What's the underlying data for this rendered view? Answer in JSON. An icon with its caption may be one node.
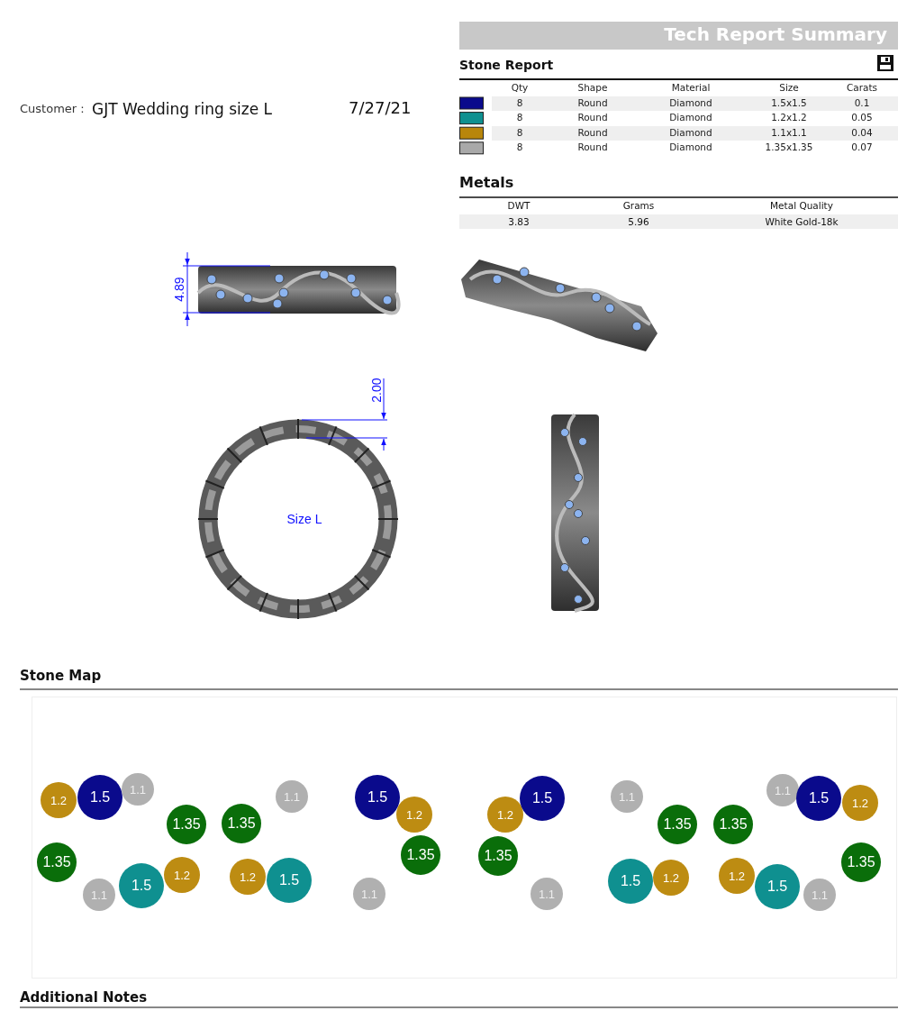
{
  "diagram": {
    "title": "Tech Report Summary",
    "nodes": [
      {
        "text": [
          "1.2"
        ]
      },
      {
        "text": [
          "1.5"
        ]
      },
      {
        "text": [
          "1.1"
        ]
      },
      {
        "text": [
          "1.35"
        ]
      },
      {
        "text": [
          "1.35"
        ]
      },
      {
        "text": [
          "1.1"
        ]
      },
      {
        "text": [
          "1.5"
        ]
      },
      {
        "text": [
          "1.2"
        ]
      },
      {
        "text": [
          "1.35"
        ]
      },
      {
        "text": [
          "1.35"
        ]
      },
      {
        "text": [
          "1.1"
        ]
      },
      {
        "text": [
          "1.5"
        ]
      },
      {
        "text": [
          "1.2"
        ]
      },
      {
        "text": [
          "1.2"
        ]
      },
      {
        "text": [
          "1.5"
        ]
      },
      {
        "text": [
          "1.1"
        ]
      },
      {
        "text": [
          "1.2"
        ]
      },
      {
        "text": [
          "1.5"
        ]
      },
      {
        "text": [
          "1.35"
        ]
      },
      {
        "text": [
          "1.1"
        ]
      },
      {
        "text": [
          "1.1"
        ]
      },
      {
        "text": [
          "1.35"
        ]
      },
      {
        "text": [
          "1.5"
        ]
      },
      {
        "text": [
          "1.2"
        ]
      },
      {
        "text": [
          "1.35"
        ]
      },
      {
        "text": [
          "1.2"
        ]
      },
      {
        "text": [
          "1.5"
        ]
      },
      {
        "text": [
          "1.1"
        ]
      },
      {
        "text": [
          "1.1"
        ]
      },
      {
        "text": [
          "1.5"
        ]
      },
      {
        "text": [
          "1.2"
        ]
      },
      {
        "text": [
          "1.35"
        ]
      }
    ],
    "labels": [
      "Stone Report",
      "Qty",
      "Shape",
      "Material",
      "Size",
      "Carats",
      "8",
      "Round",
      "Diamond",
      "1.5x1.5",
      "0.1",
      "8",
      "Round",
      "Diamond",
      "1.2x1.2",
      "0.05",
      "8",
      "Round",
      "Diamond",
      "1.1x1.1",
      "0.04",
      "8",
      "Round",
      "Diamond",
      "1.35x1.35",
      "0.07",
      "Customer :",
      "GJT Wedding ring size L",
      "7/27/21",
      "Metals",
      "DWT",
      "Grams",
      "Metal Quality",
      "3.83",
      "5.96",
      "White Gold-18k",
      "4.89",
      "2.00",
      "Size L",
      "Stone Map",
      "Additional Notes"
    ]
  }
}
